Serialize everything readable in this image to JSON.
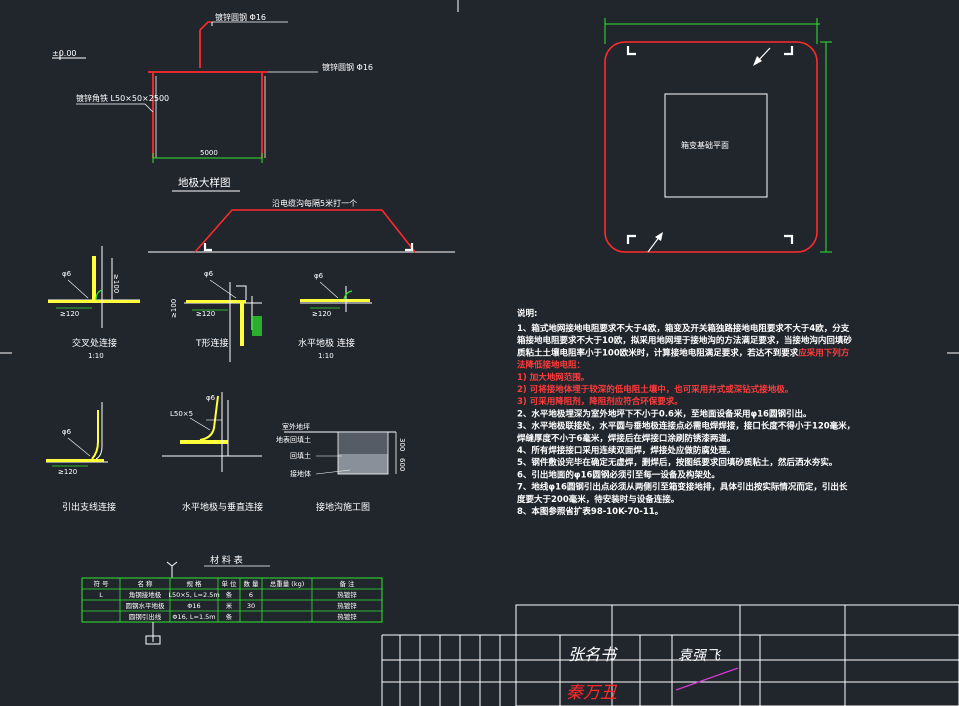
{
  "labels": {
    "ground_level": "±0.00",
    "galv_round_steel_1": "镀锌圆钢  Φ16",
    "galv_round_steel_2": "镀锌圆钢  Φ16",
    "galv_angle_iron": "镀锌角铁  L50×50×2500",
    "dim_5000": "5000",
    "ground_rod_detail": "地极大样图",
    "cable_trench_note": "沿电缆沟每隔5米打一个",
    "box_foundation": "箱变基础平面",
    "phi6_a": "φ6",
    "phi6_b": "φ6",
    "phi6_c": "φ6",
    "phi6_d": "φ6",
    "phi6_e": "φ6",
    "dim_120_a": "≥120",
    "dim_120_b": "≥120",
    "dim_120_c": "≥120",
    "dim_120_d": "≥120",
    "dim_100_v": "≥100",
    "dim_100_h": "≥100",
    "cross_title": "交叉处连接",
    "cross_scale": "1:10",
    "tee_title": "T形连接",
    "horiz_title": "水平地极 连接",
    "horiz_scale": "1:10",
    "lead_title": "引出支线连接",
    "hv_title": "水平地极与垂直连接",
    "angle_size": "L50×5",
    "outdoor_grade": "室外地坪",
    "surface_backfill": "地表回填土",
    "backfill": "回填土",
    "ground_body": "接地体",
    "trench_title": "接地沟施工图",
    "dim_300": "300",
    "dim_600": "600"
  },
  "notes": {
    "heading": "说明:",
    "lines": [
      {
        "text": "1、箱式地网接地电阻要求不大于4欧，箱变及开关箱独路接地电阻要求不大于4欧，分支",
        "red": false
      },
      {
        "text": "箱接地电阻要求不大于10欧，拟采用地网埋于接地沟的方法满足要求，当接地沟内回填砂",
        "red": false
      },
      {
        "text": "质粘土土壤电阻率小于100欧米时，计算接地电阻满足要求，若达不到要求",
        "red": false,
        "tail": "应采用下列方",
        "tail_red": true
      },
      {
        "text": "法降低接地电阻：",
        "red": true
      },
      {
        "text": "1) 加大地网范围。",
        "red": true
      },
      {
        "text": "2) 可将接地体埋于较深的低电阻土壤中，也可采用井式或深钻式接地极。",
        "red": true
      },
      {
        "text": "3) 可采用降阻剂，降阻剂应符合环保要求。",
        "red": true
      },
      {
        "text": "2、水平地极埋深为室外地坪下不小于0.6米，至地面设备采用φ16圆钢引出。",
        "red": false
      },
      {
        "text": "3、水平地极联接处，水平圆与垂地极连接点必需电焊焊接，接口长度不得小于120毫米，",
        "red": false
      },
      {
        "text": "焊缝厚度不小于6毫米，焊接后在焊接口涂刷防锈漆两道。",
        "red": false
      },
      {
        "text": "4、所有焊接接口采用连续双面焊，焊接处应做防腐处理。",
        "red": false
      },
      {
        "text": "5、钢件敷设完毕在确定无虚焊，删焊后，按图纸要求回填砂质粘土，然后洒水夯实。",
        "red": false
      },
      {
        "text": "6、引出地面的φ16圆钢必须引至每一设备及构架处。",
        "red": false
      },
      {
        "text": "7、地线φ16圆钢引出点必须从两侧引至箱变接地排，具体引出按实际情况而定，引出长",
        "red": false
      },
      {
        "text": "度要大于200毫米，待安装时与设备连接。",
        "red": false
      },
      {
        "text": "8、本图参照省扩表98-10K-70-11。",
        "red": false
      }
    ]
  },
  "materials": {
    "title": "材 料 表",
    "headers": [
      "符 号",
      "名 称",
      "规 格",
      "单 位",
      "数 量",
      "总重量 (kg)",
      "备 注"
    ],
    "rows": [
      [
        "L",
        "角钢接地极",
        "L50×5, L=2.5m",
        "条",
        "6",
        "",
        "热镀锌"
      ],
      [
        "",
        "圆钢水平地极",
        "Φ16",
        "米",
        "30",
        "",
        "热镀锌"
      ],
      [
        "",
        "圆钢引出线",
        "Φ16, L=1.5m",
        "条",
        "",
        "",
        "热镀锌"
      ]
    ]
  },
  "title_block": {
    "sig1": "张名书",
    "sig2": "袁强飞",
    "sig3": "秦万丑"
  },
  "colors": {
    "background": "#21262d",
    "red": "#ff2a2a",
    "green": "#2ee82e",
    "yellow": "#ffff3a",
    "white": "#ffffff",
    "magenta": "#d43ad4"
  }
}
